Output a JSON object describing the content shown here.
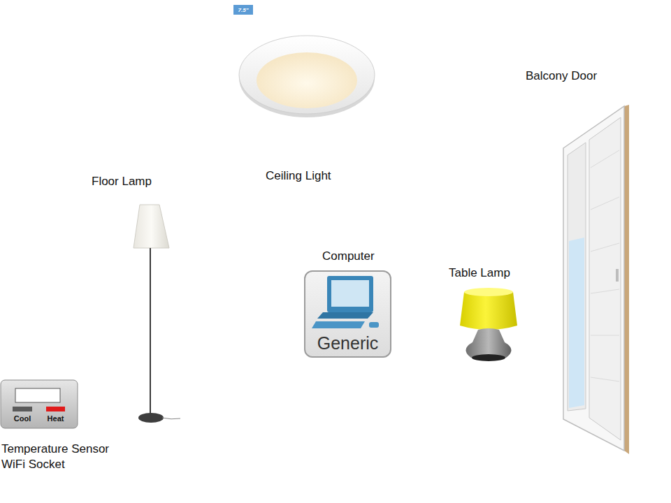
{
  "diagram": {
    "nodes": [
      {
        "text": [
          "7.5\""
        ]
      },
      {
        "text": [
          "Generic"
        ]
      },
      {
        "text": [
          "Cool",
          "Heat"
        ]
      }
    ],
    "labels": [
      "Balcony Door",
      "Floor Lamp",
      "Ceiling Light",
      "Computer",
      "Table Lamp",
      "Temperature Sensor WiFi Socket"
    ]
  }
}
